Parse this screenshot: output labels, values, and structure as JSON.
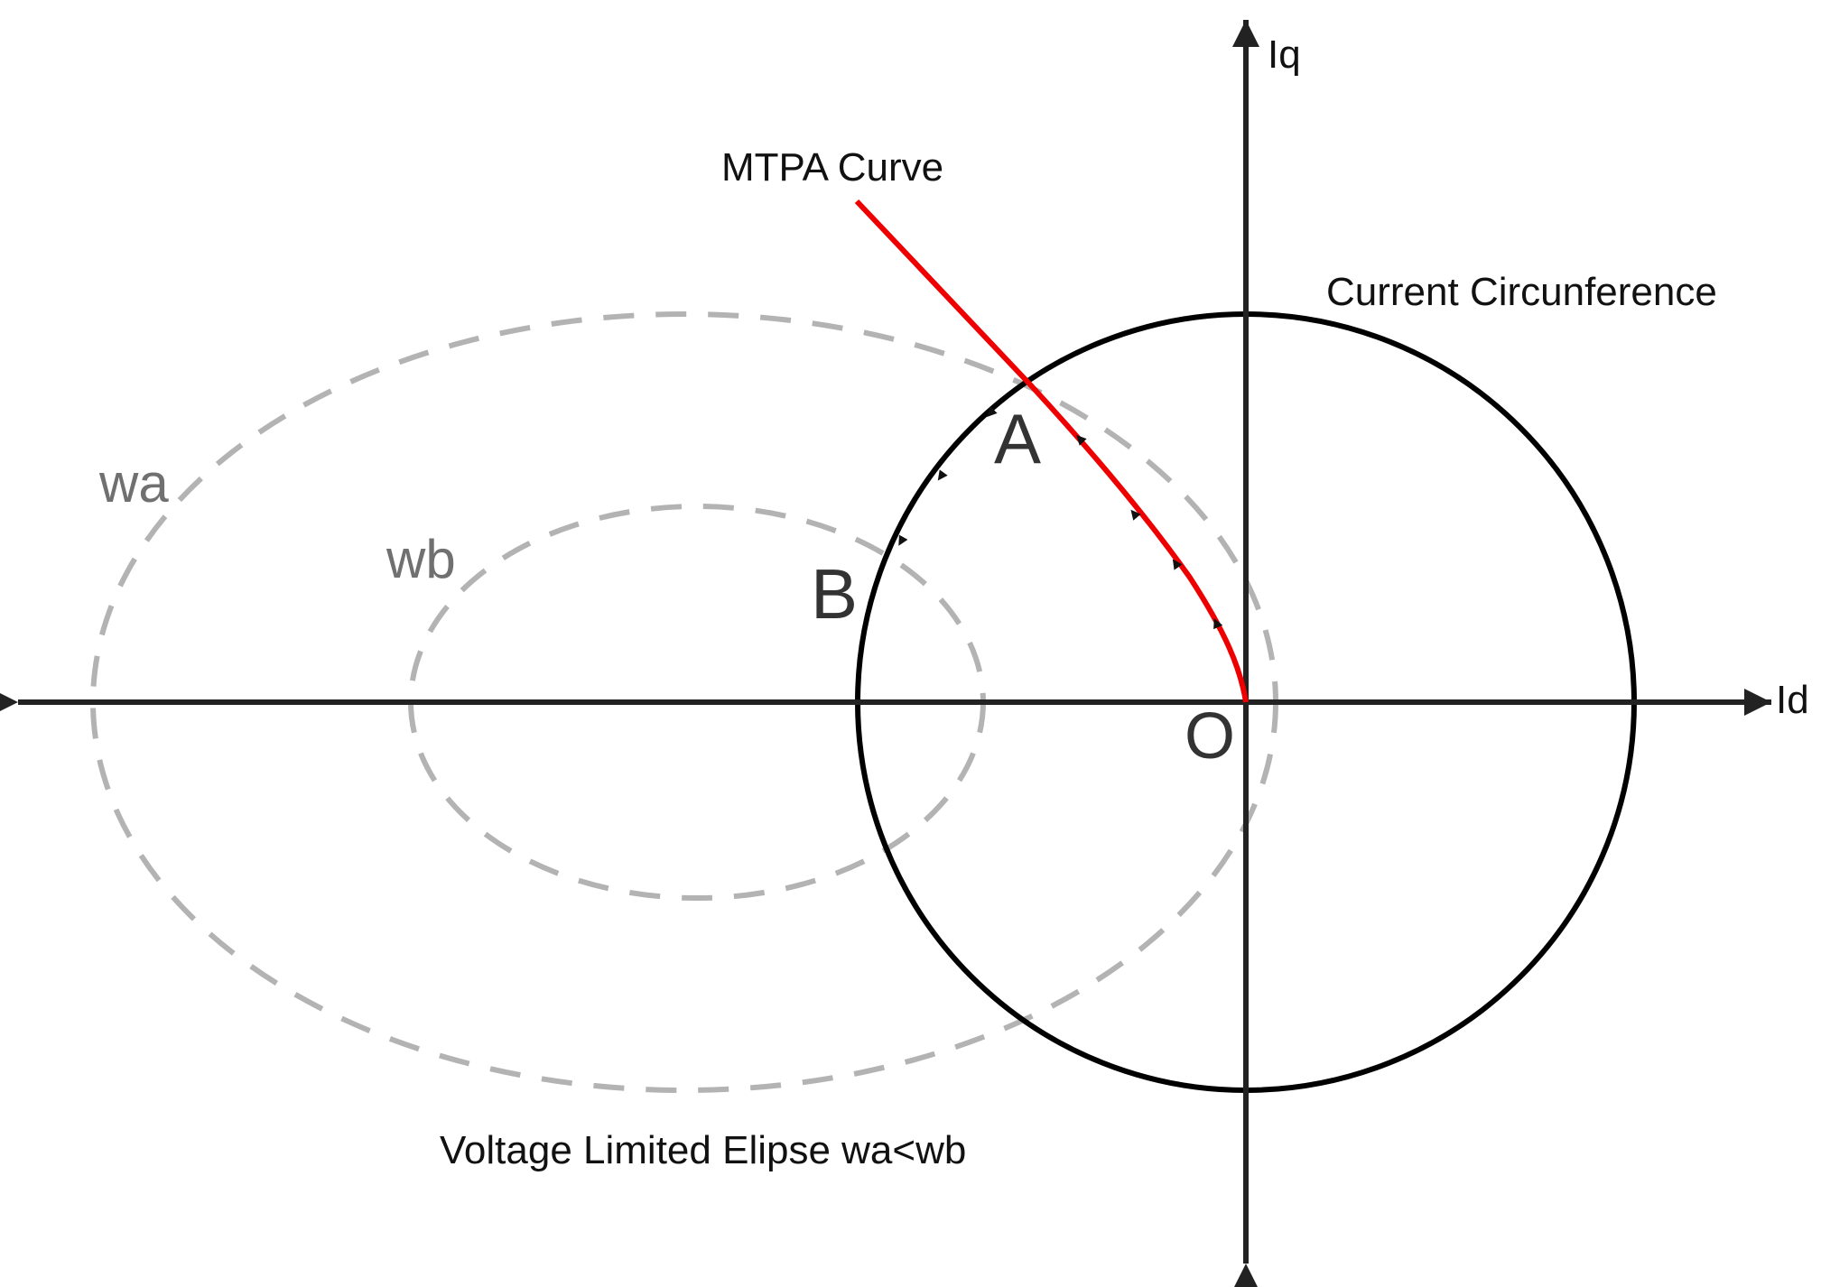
{
  "labels": {
    "iq": "Iq",
    "id": "Id",
    "origin": "O",
    "point_a": "A",
    "point_b": "B",
    "wa": "wa",
    "wb": "wb",
    "mtpa": "MTPA Curve",
    "current_circle": "Current Circunference",
    "voltage_ellipse": "Voltage Limited Elipse wa<wb"
  },
  "colors": {
    "axis": "#222222",
    "circle": "#000000",
    "ellipse": "#b3b3b3",
    "mtpa": "#ee0000",
    "ellipse_label": "#707070",
    "text": "#111111"
  }
}
